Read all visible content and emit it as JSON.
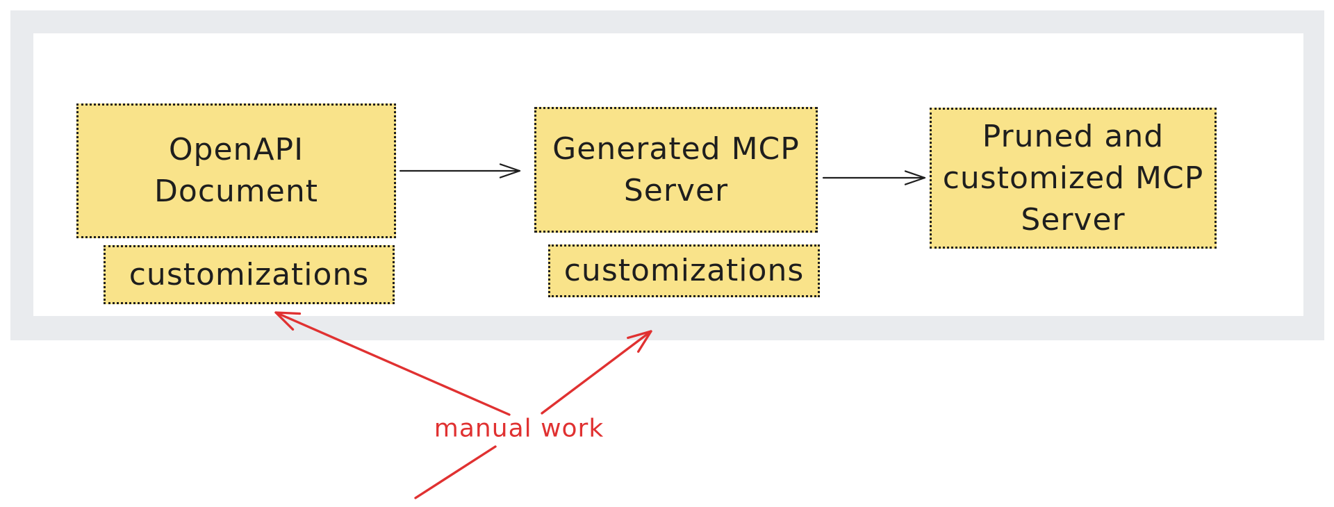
{
  "colors": {
    "node_fill": "#f9e38a",
    "node_stroke": "#1e1e1e",
    "frame_bg": "#e9ebee",
    "canvas_bg": "#ffffff",
    "red_accent": "#e03131"
  },
  "nodes": {
    "openapi": {
      "lines": [
        "OpenAPI",
        "Document"
      ]
    },
    "generated": {
      "lines": [
        "Generated MCP",
        "Server"
      ]
    },
    "pruned": {
      "lines": [
        "Pruned and",
        "customized MCP",
        "Server"
      ]
    },
    "customizations_left": {
      "label": "customizations"
    },
    "customizations_right": {
      "label": "customizations"
    }
  },
  "annotations": {
    "manual_work": "manual work"
  }
}
